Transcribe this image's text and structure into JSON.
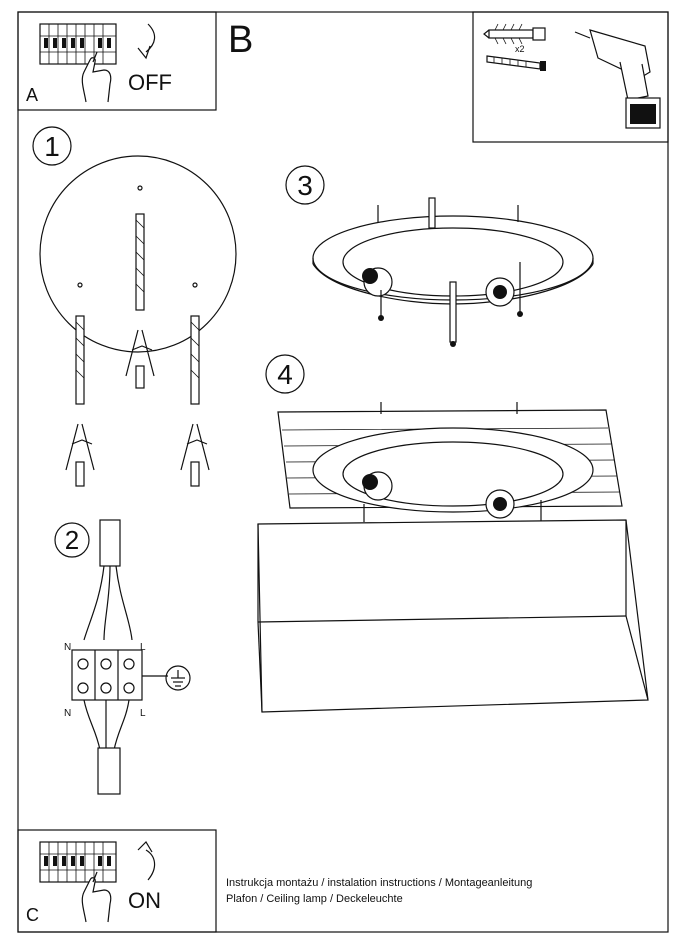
{
  "panels": {
    "a": {
      "letter": "A",
      "action": "OFF"
    },
    "b": {
      "letter": "B",
      "quantity": "x2"
    },
    "c": {
      "letter": "C",
      "action": "ON"
    }
  },
  "steps": {
    "s1": "1",
    "s2": "2",
    "s3": "3",
    "s4": "4"
  },
  "wiring": {
    "n_top": "N",
    "l_top": "L",
    "n_bottom": "N",
    "l_bottom": "L"
  },
  "footer": {
    "line1": "Instrukcja montażu / instalation instructions / Montageanleitung",
    "line2": "Plafon / Ceiling lamp / Deckeleuchte"
  },
  "icons": [
    "circuit-breaker-icon",
    "hand-icon",
    "curved-arrow-icon",
    "wall-plug-icon",
    "screw-icon",
    "drill-icon",
    "ground-icon"
  ]
}
